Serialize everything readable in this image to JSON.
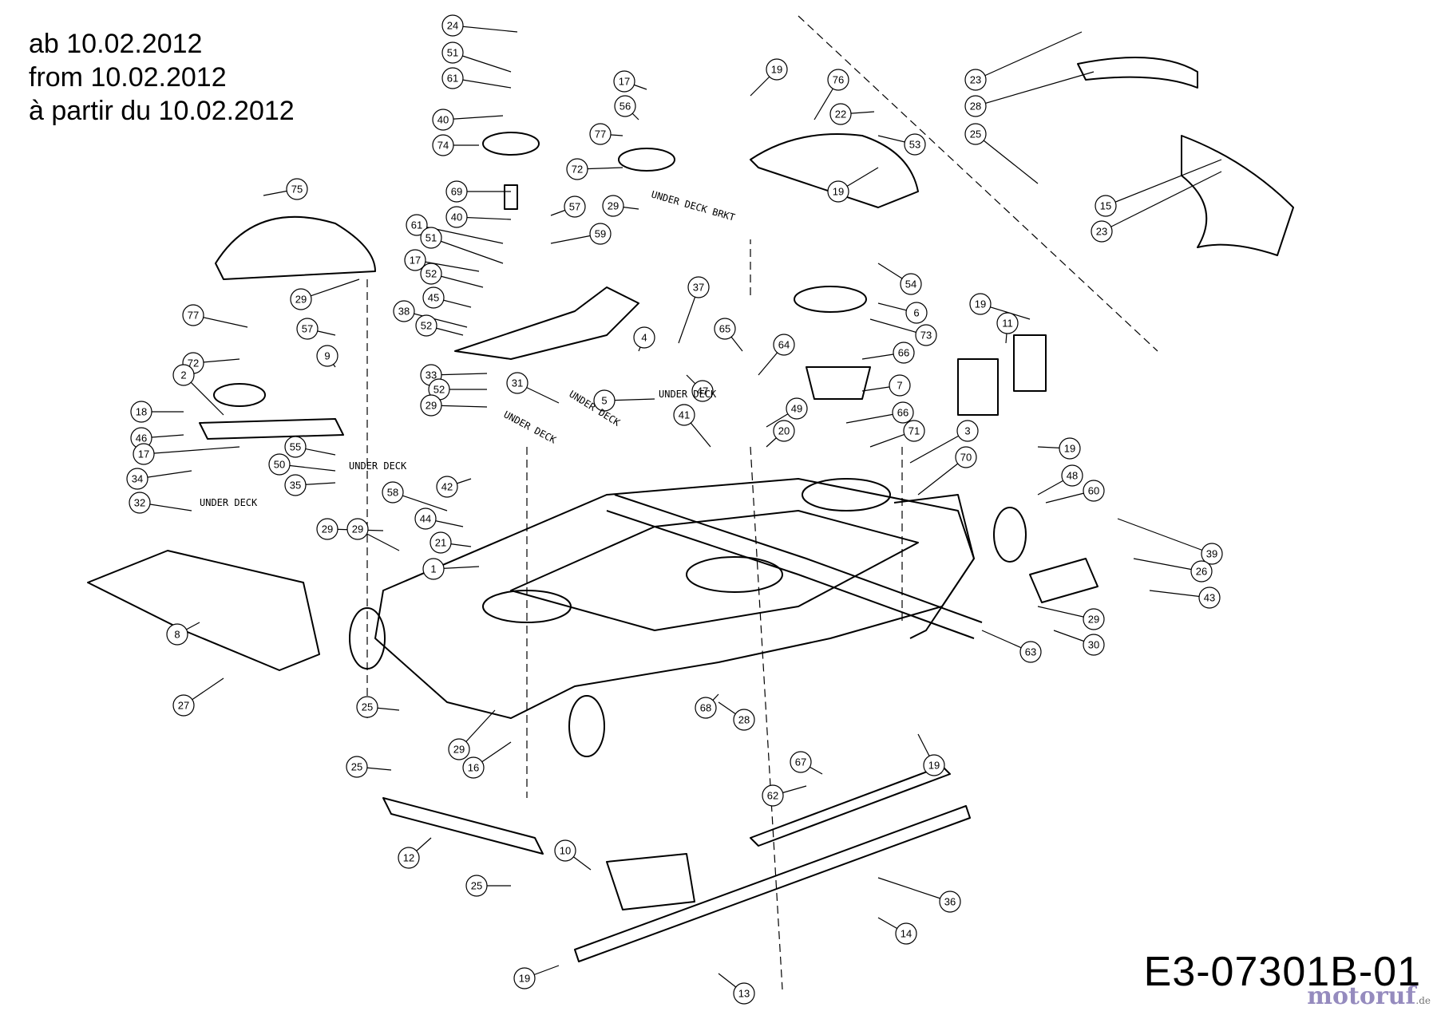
{
  "header": {
    "date_lines": [
      "ab 10.02.2012",
      "from 10.02.2012",
      "à partir du 10.02.2012"
    ]
  },
  "diagram_code": "E3-07301B-01",
  "watermark": {
    "brand": "motoruf",
    "suffix": ".de"
  },
  "notes": [
    "UNDER DECK BRKT",
    "UNDER DECK",
    "UNDER DECK",
    "UNDER DECK",
    "UNDER DECK",
    "UNDER DECK"
  ],
  "callouts": [
    "24",
    "51",
    "61",
    "40",
    "74",
    "69",
    "40",
    "61",
    "51",
    "17",
    "52",
    "45",
    "38",
    "52",
    "33",
    "52",
    "29",
    "31",
    "17",
    "56",
    "77",
    "72",
    "57",
    "59",
    "29",
    "4",
    "19",
    "76",
    "22",
    "53",
    "23",
    "28",
    "25",
    "15",
    "23",
    "19",
    "75",
    "29",
    "77",
    "72",
    "57",
    "9",
    "2",
    "18",
    "46",
    "17",
    "34",
    "32",
    "55",
    "50",
    "35",
    "42",
    "58",
    "44",
    "21",
    "1",
    "29",
    "29",
    "37",
    "65",
    "64",
    "5",
    "47",
    "41",
    "49",
    "20",
    "6",
    "73",
    "66",
    "7",
    "66",
    "71",
    "3",
    "70",
    "19",
    "11",
    "19",
    "48",
    "60",
    "39",
    "26",
    "43",
    "29",
    "30",
    "63",
    "8",
    "27",
    "25",
    "29",
    "16",
    "25",
    "12",
    "25",
    "10",
    "19",
    "13",
    "14",
    "36",
    "62",
    "67",
    "19",
    "28",
    "68",
    "54"
  ]
}
